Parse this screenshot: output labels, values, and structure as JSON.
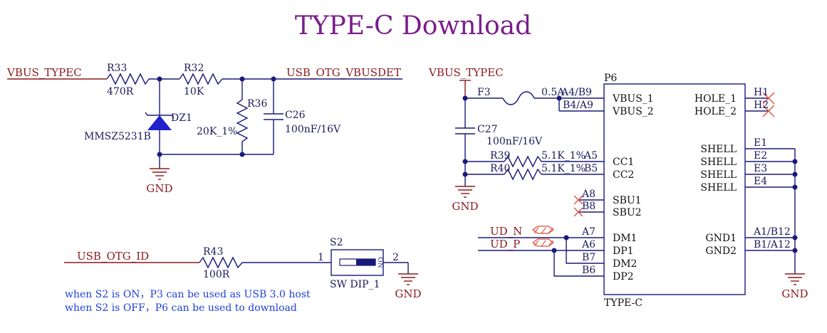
{
  "title": "TYPE-C Download",
  "left": {
    "vbus_typec": "VBUS_TYPEC",
    "usb_otg_vbusdet": "USB_OTG_VBUSDET",
    "r33_ref": "R33",
    "r33_val": "470R",
    "r32_ref": "R32",
    "r32_val": "10K",
    "r36_ref": "R36",
    "r36_val": "20K_1%",
    "c26_ref": "C26",
    "c26_val": "100nF/16V",
    "dz1_ref": "DZ1",
    "dz1_val": "MMSZ5231B",
    "gnd": "GND",
    "usb_otg_id": "USB_OTG_ID",
    "r43_ref": "R43",
    "r43_val": "100R",
    "s2_ref": "S2",
    "s2_val": "SW DIP_1",
    "s2_pin1": "1",
    "s2_pin2": "2",
    "s2_on": "ON",
    "gnd2": "GND",
    "note1": "when S2 is ON，P3 can be used as USB 3.0 host",
    "note2": "when S2 is OFF，P6 can be used to download"
  },
  "right": {
    "vbus_typec": "VBUS_TYPEC",
    "f3_ref": "F3",
    "f3_val": "0.5A",
    "c27_ref": "C27",
    "c27_val": "100nF/16V",
    "r39_ref": "R39",
    "r39_val": "5.1K_1%",
    "r40_ref": "R40",
    "r40_val": "5.1K_1%",
    "gnd": "GND",
    "ud_n": "UD_N",
    "ud_p": "UD_P",
    "p6_ref": "P6",
    "p6_type": "TYPE-C",
    "pins_left": [
      "A4/B9",
      "B4/A9",
      "A5",
      "B5",
      "A8",
      "B8",
      "A7",
      "A6",
      "B7",
      "B6"
    ],
    "names_left": [
      "VBUS_1",
      "VBUS_2",
      "CC1",
      "CC2",
      "SBU1",
      "SBU2",
      "DM1",
      "DP1",
      "DM2",
      "DP2"
    ],
    "names_right": [
      "HOLE_1",
      "HOLE_2",
      "SHELL",
      "SHELL",
      "SHELL",
      "SHELL",
      "GND1",
      "GND2"
    ],
    "pins_right": [
      "H1",
      "H2",
      "E1",
      "E2",
      "E3",
      "E4",
      "A1/B12",
      "B1/A12"
    ],
    "gnd2": "GND"
  }
}
